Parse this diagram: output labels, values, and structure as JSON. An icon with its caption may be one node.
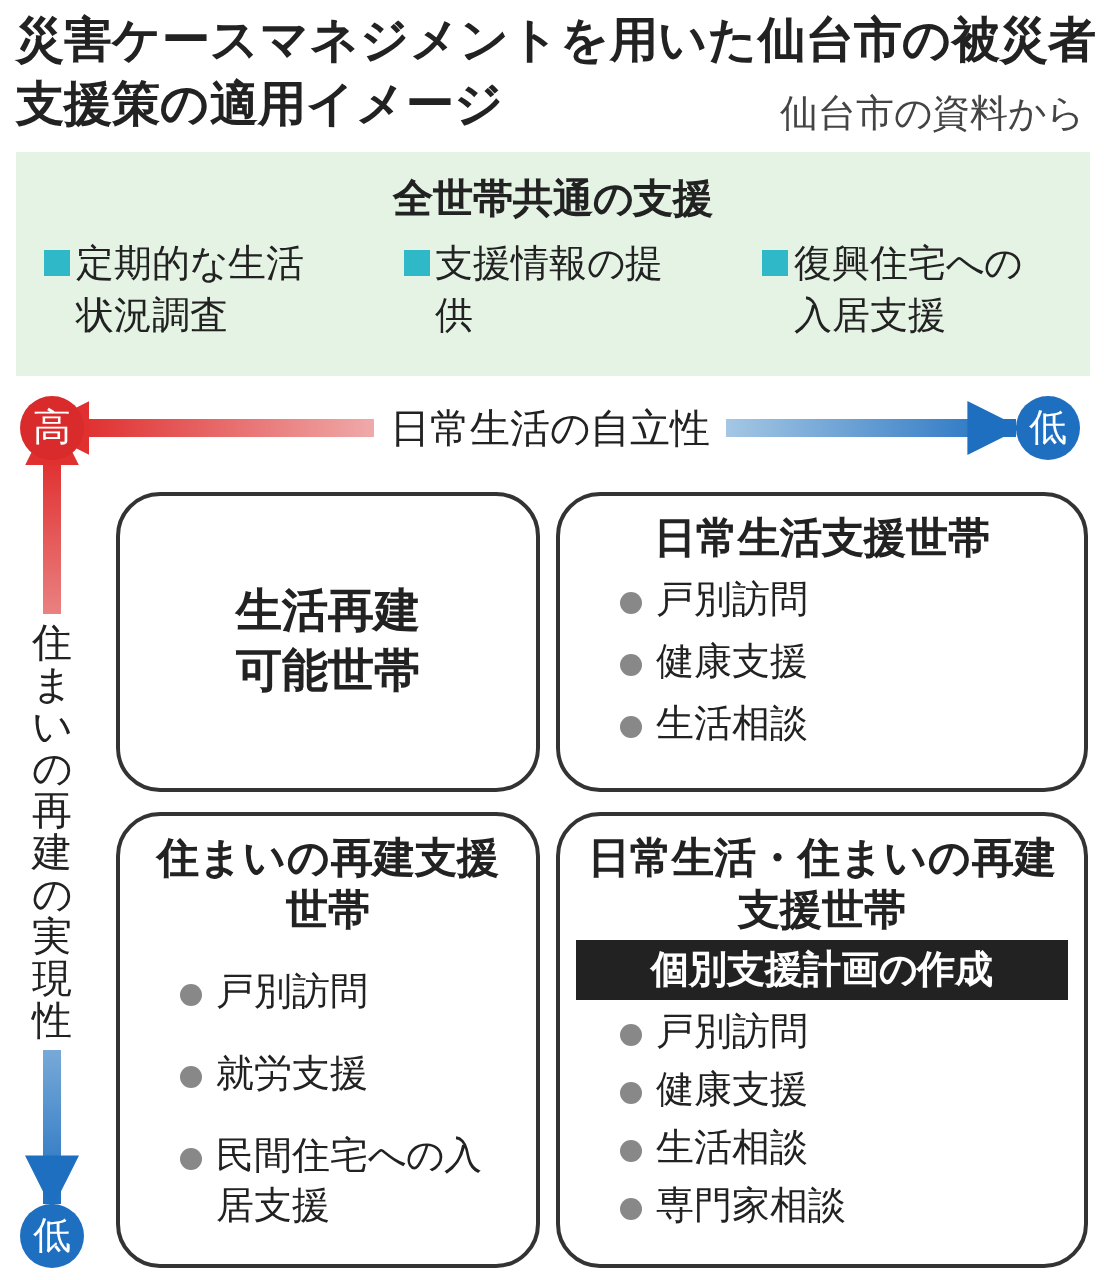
{
  "diagram": {
    "title": "災害ケースマネジメントを用いた仙台市の被災者支援策の適用イメージ",
    "caption": "仙台市の資料から",
    "nodes": [
      {
        "text": [
          "全世帯共通の支援",
          "定期的な生活状況調査",
          "支援情報の提供",
          "復興住宅への入居支援"
        ]
      },
      {
        "text": [
          "高"
        ]
      },
      {
        "text": [
          "低"
        ]
      },
      {
        "text": [
          "低"
        ]
      },
      {
        "text": [
          "生活再建可能世帯"
        ]
      },
      {
        "text": [
          "日常生活支援世帯",
          "戸別訪問",
          "健康支援",
          "生活相談"
        ]
      },
      {
        "text": [
          "住まいの再建支援世帯",
          "戸別訪問",
          "就労支援",
          "民間住宅への入居支援"
        ]
      },
      {
        "text": [
          "日常生活・住まいの再建支援世帯",
          "戸別訪問",
          "健康支援",
          "生活相談",
          "専門家相談"
        ]
      },
      {
        "text": [
          "個別支援計画の作成"
        ],
        "in": 7
      }
    ],
    "edges": [
      {
        "from": 1,
        "to": 2,
        "arrow": "both",
        "label": "日常生活の自立性"
      },
      {
        "from": 1,
        "to": 3,
        "arrow": "both",
        "label": "住まいの再建の実現性"
      }
    ]
  }
}
